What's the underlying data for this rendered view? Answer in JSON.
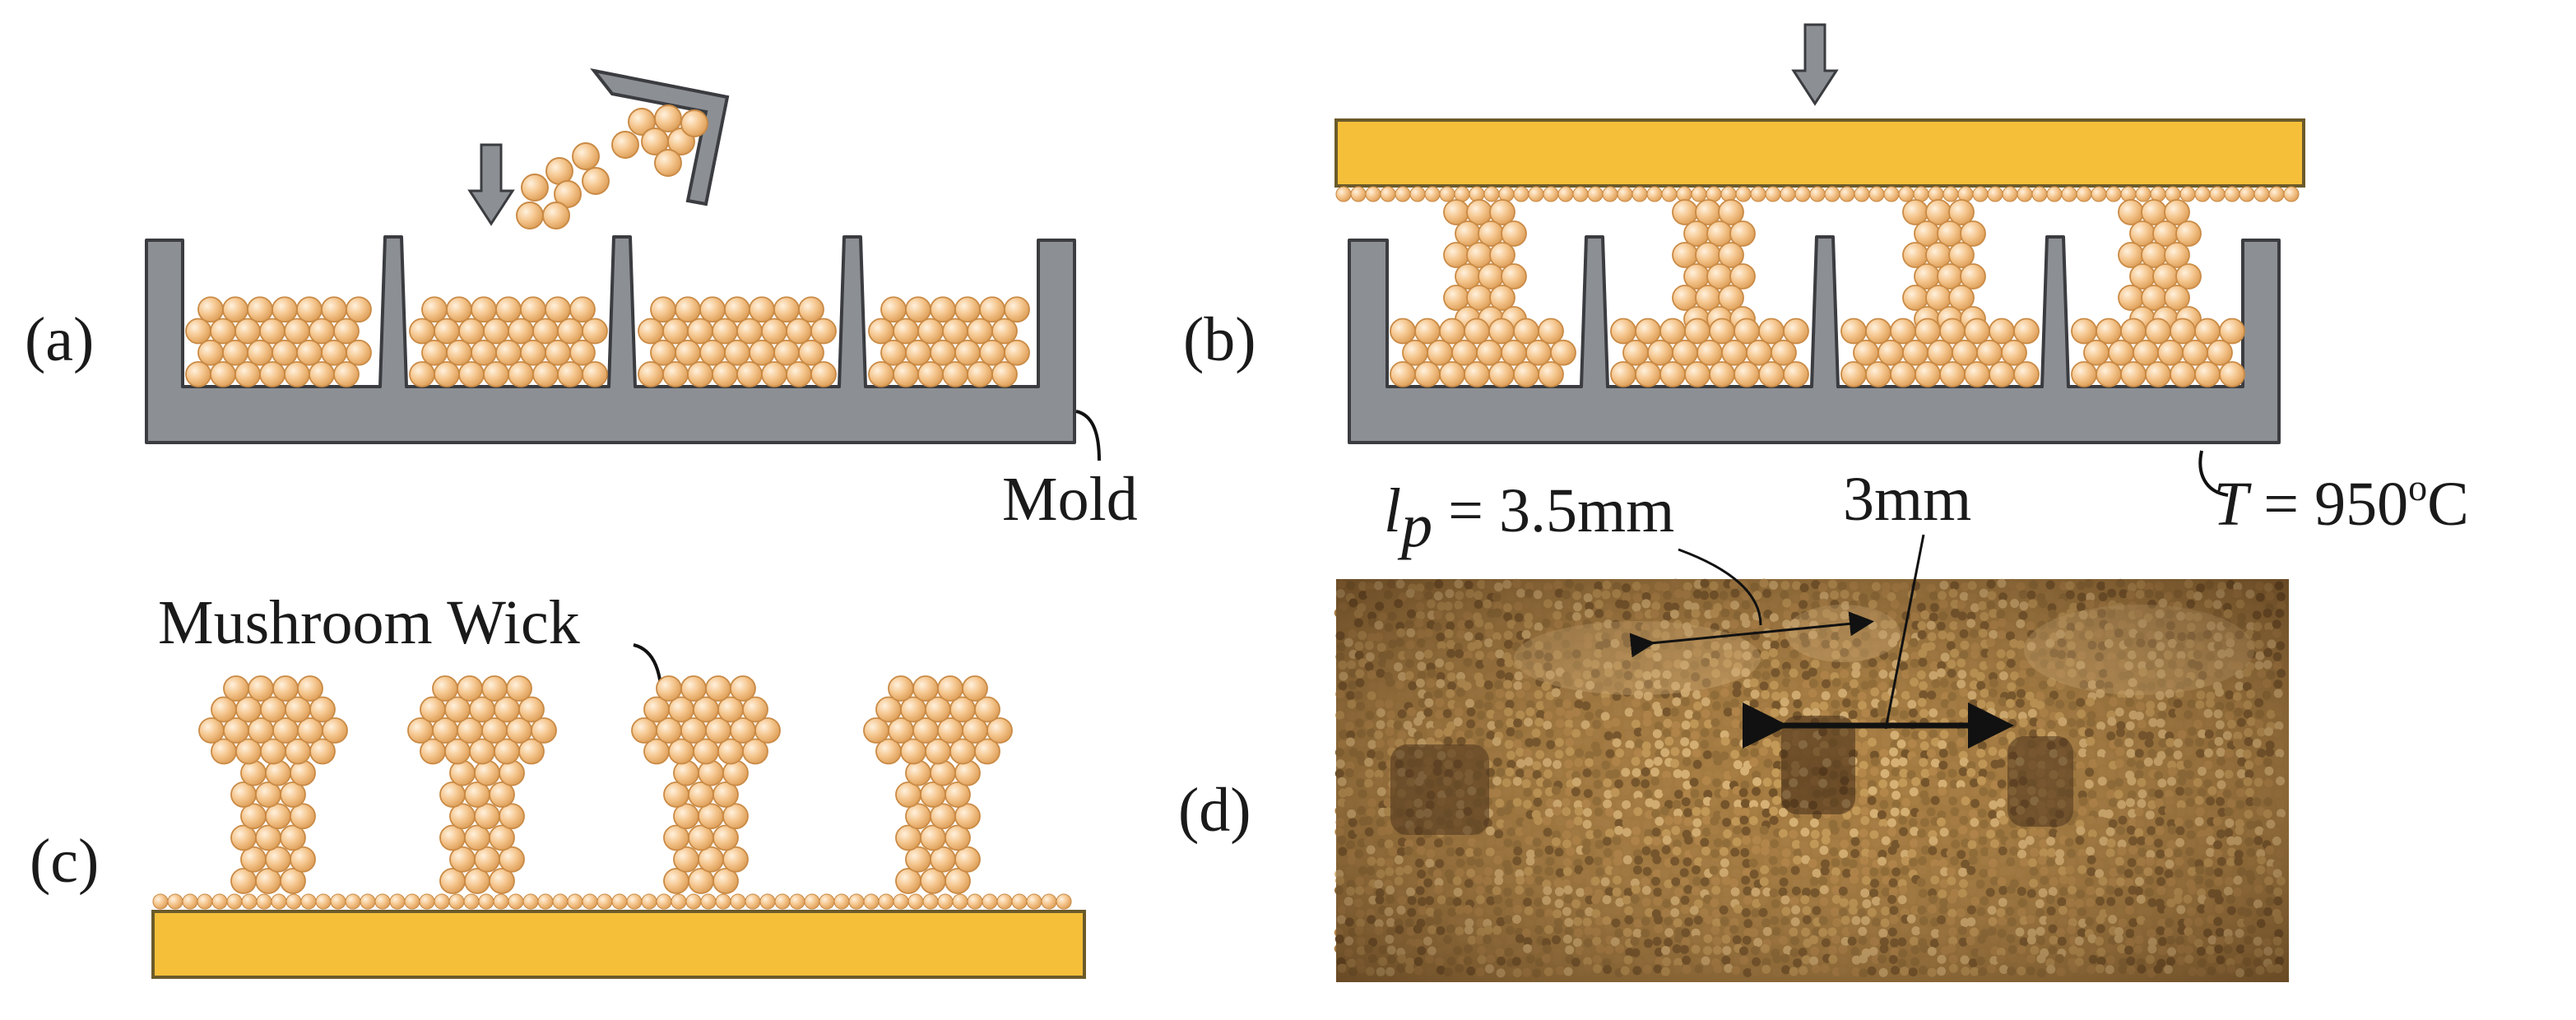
{
  "panels": {
    "a": {
      "label": "(a)",
      "callout": "Mold"
    },
    "b": {
      "label": "(b)",
      "temperature_var": "T",
      "temperature_text": " = 950",
      "temperature_sup": "o",
      "temperature_unit": "C"
    },
    "c": {
      "label": "(c)",
      "callout": "Mushroom Wick"
    },
    "d": {
      "label": "(d)",
      "pitch_var": "l",
      "pitch_sub": "p",
      "pitch_text": " = 3.5mm",
      "gap_text": "3mm"
    }
  },
  "colors": {
    "mold": "#8c8f94",
    "mold_edge": "#3a3c40",
    "plate": "#f6bf3a",
    "plate_edge": "#6b5a2a",
    "particle_light": "#ffe7c4",
    "particle": "#f3c288",
    "particle_edge": "#c98a45",
    "arrow": "#8c8f94",
    "photo_base": "#a2793f"
  },
  "icons": [
    "down-arrow-icon",
    "powder-scoop-icon"
  ]
}
